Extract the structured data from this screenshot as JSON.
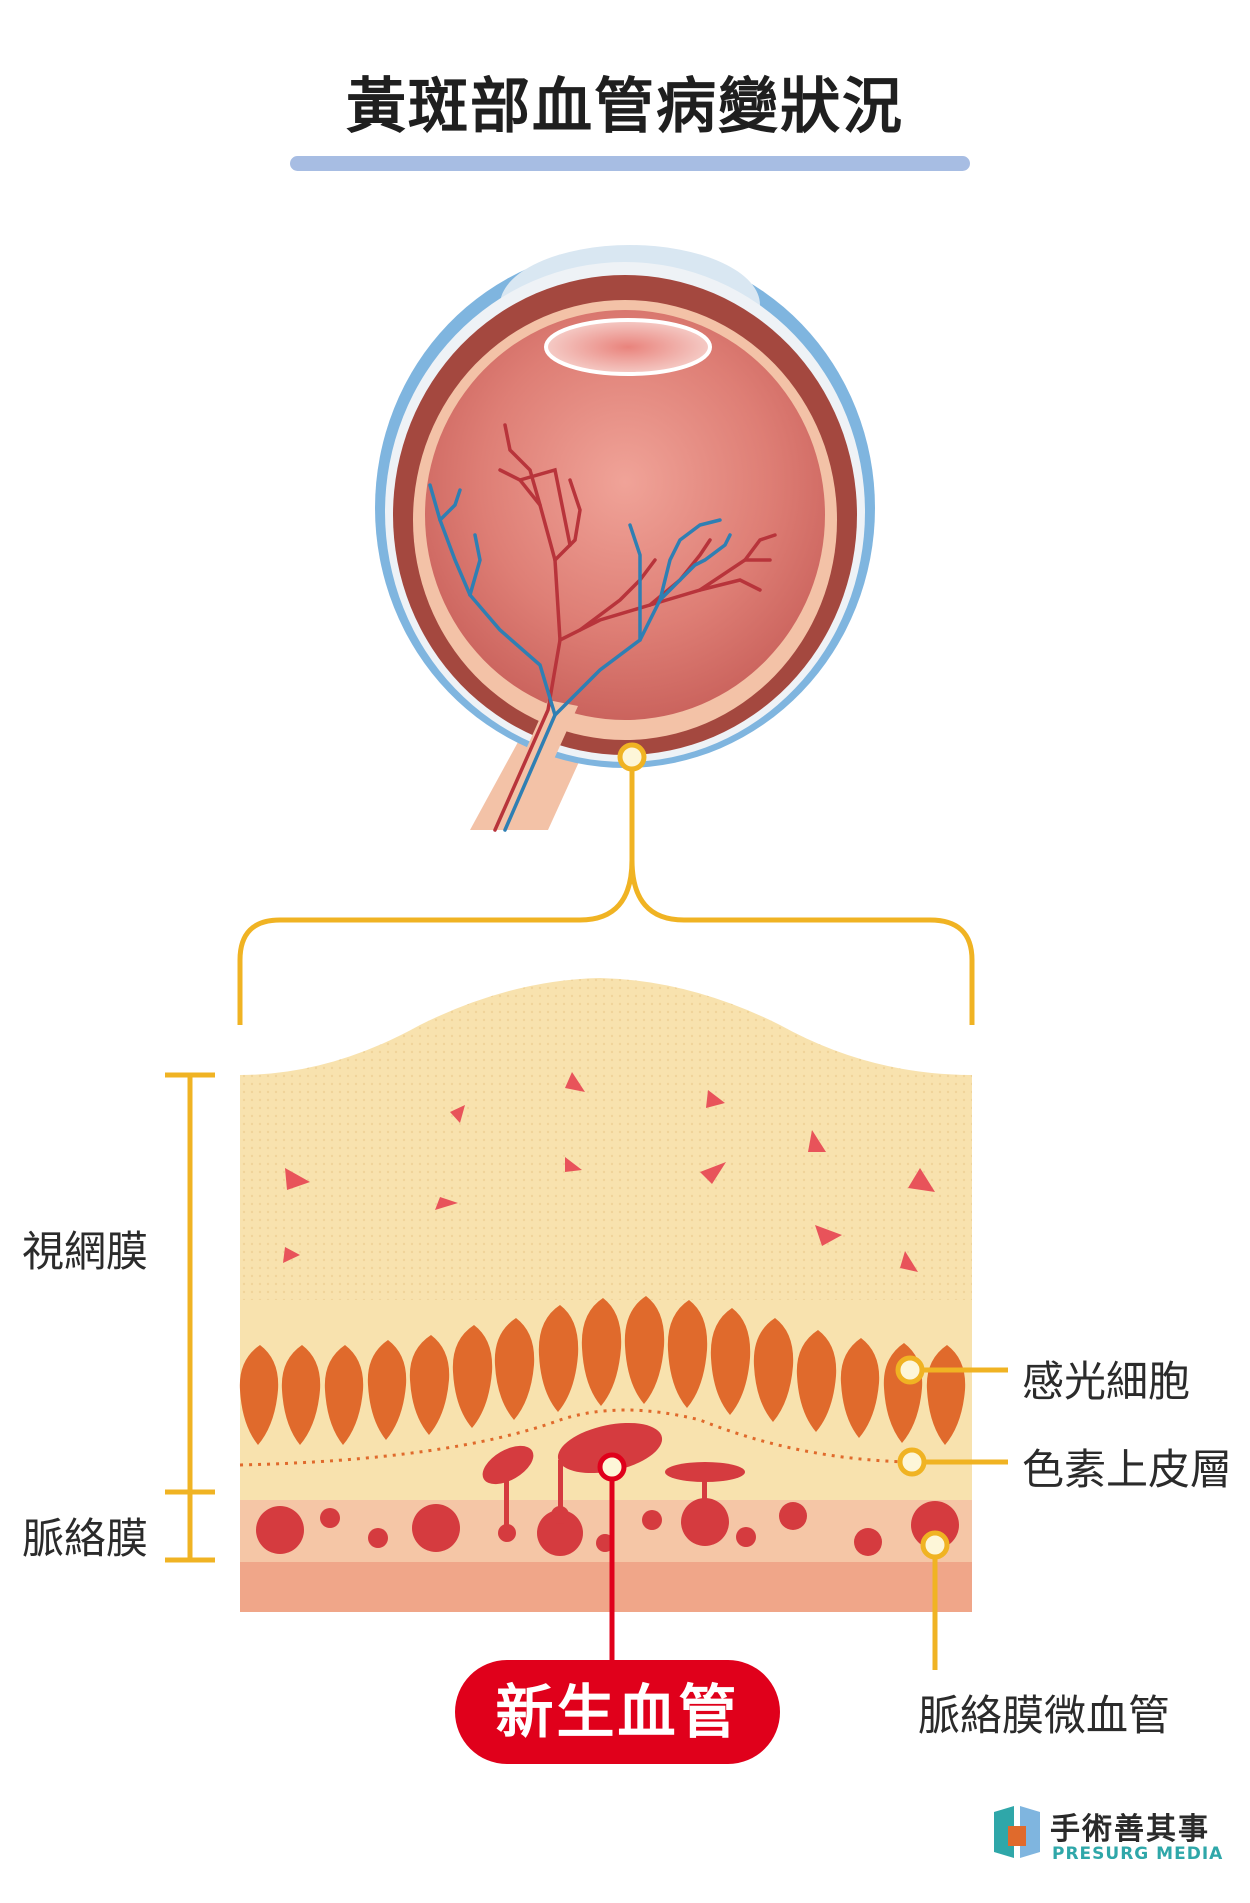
{
  "title": "黃斑部血管病變狀況",
  "labels": {
    "retina": "視網膜",
    "choroid": "脈絡膜",
    "photoreceptors": "感光細胞",
    "rpe": "色素上皮層",
    "choriocapillaris": "脈絡膜微血管",
    "neovascularization": "新生血管"
  },
  "logo": {
    "name": "手術善其事",
    "sub": "PRESURG MEDIA"
  },
  "colors": {
    "accent_yellow": "#f0b323",
    "highlight_red": "#e0001b",
    "eye_body": "#d9786e",
    "retina_layer": "#f8e2ae",
    "photoreceptor": "#e06a2c",
    "vessel_red": "#d53b3f",
    "title_underline": "#a7bde3"
  }
}
